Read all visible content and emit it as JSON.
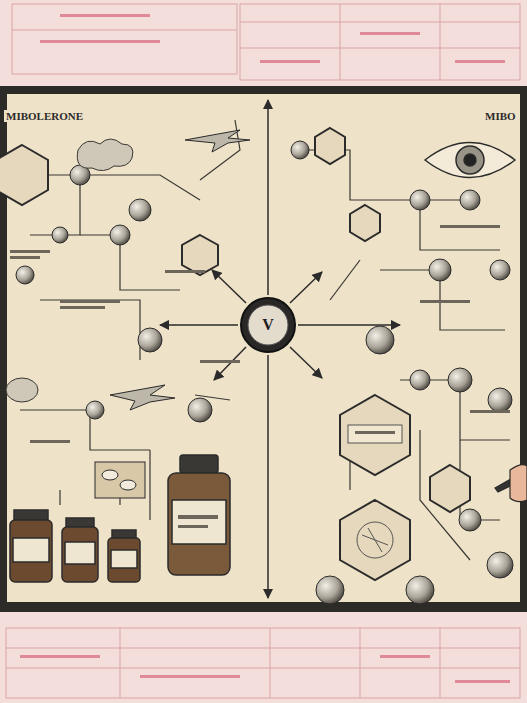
{
  "diagram": {
    "nodes": [
      {
        "text": [
          "V"
        ]
      }
    ],
    "labels": [
      "MIBOLERONE",
      "MIBO"
    ]
  }
}
